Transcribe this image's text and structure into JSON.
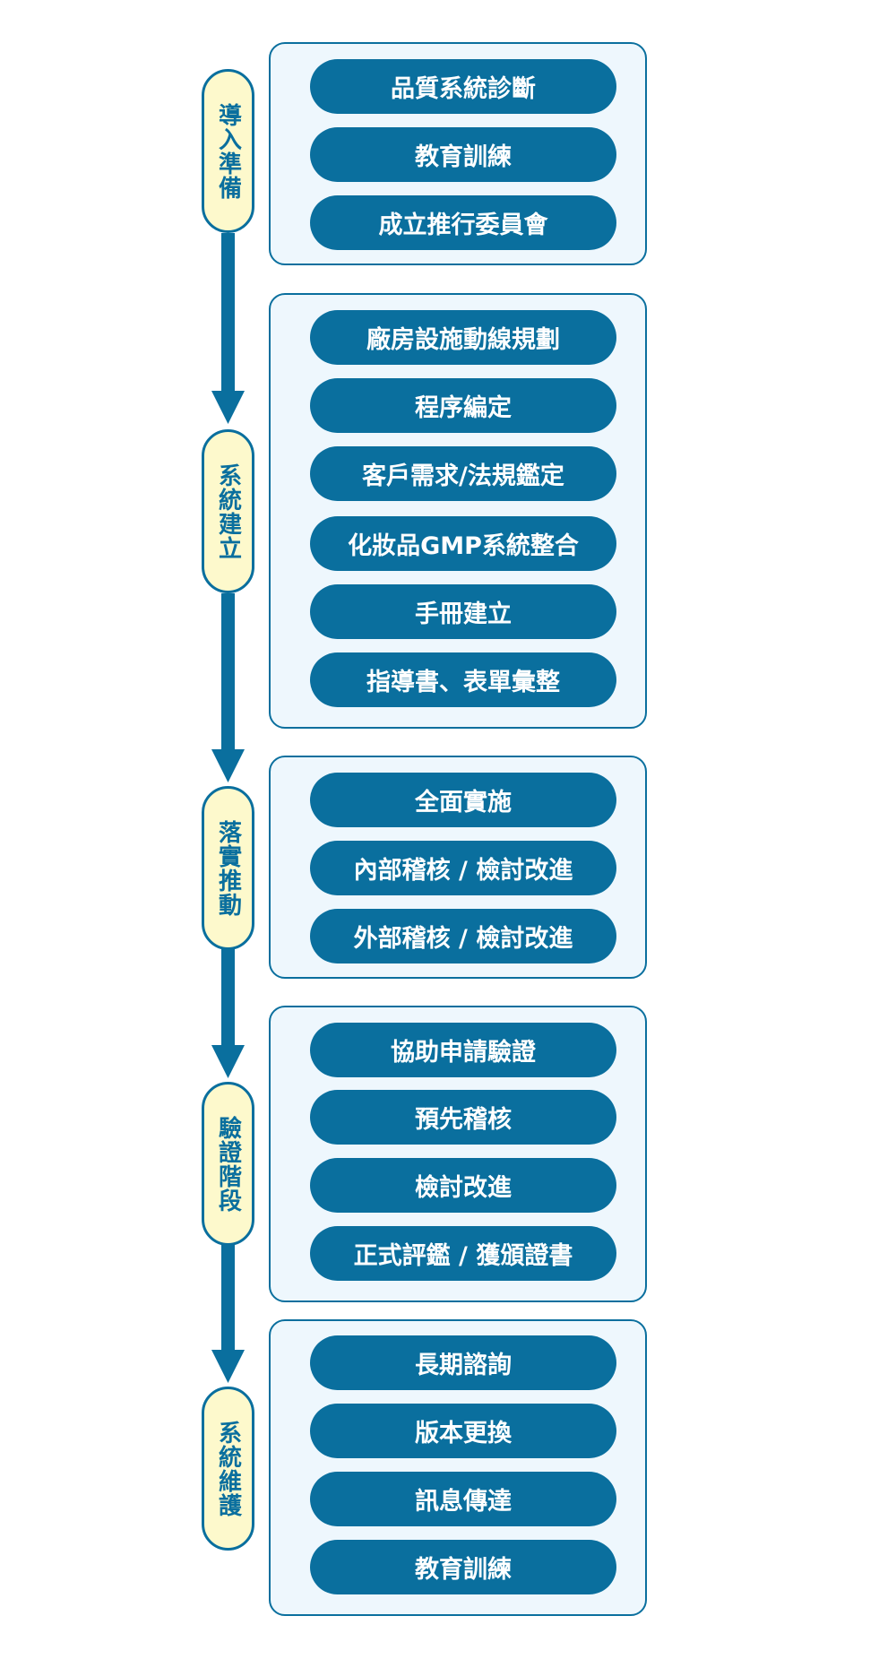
{
  "colors": {
    "primary": "#0a6f9e",
    "label_fill": "#fdf9cc",
    "box_fill": "#eef7fd"
  },
  "stages": [
    {
      "label": "導入準備",
      "steps": [
        "品質系統診斷",
        "教育訓練",
        "成立推行委員會"
      ]
    },
    {
      "label": "系統建立",
      "steps": [
        "廠房設施動線規劃",
        "程序編定",
        "客戶需求/法規鑑定",
        "化妝品GMP系統整合",
        "手冊建立",
        "指導書、表單彙整"
      ]
    },
    {
      "label": "落實推動",
      "steps": [
        "全面實施",
        "內部稽核 / 檢討改進",
        "外部稽核 / 檢討改進"
      ]
    },
    {
      "label": "驗證階段",
      "steps": [
        "協助申請驗證",
        "預先稽核",
        "檢討改進",
        "正式評鑑 / 獲頒證書"
      ]
    },
    {
      "label": "系統維護",
      "steps": [
        "長期諮詢",
        "版本更換",
        "訊息傳達",
        "教育訓練"
      ]
    }
  ]
}
